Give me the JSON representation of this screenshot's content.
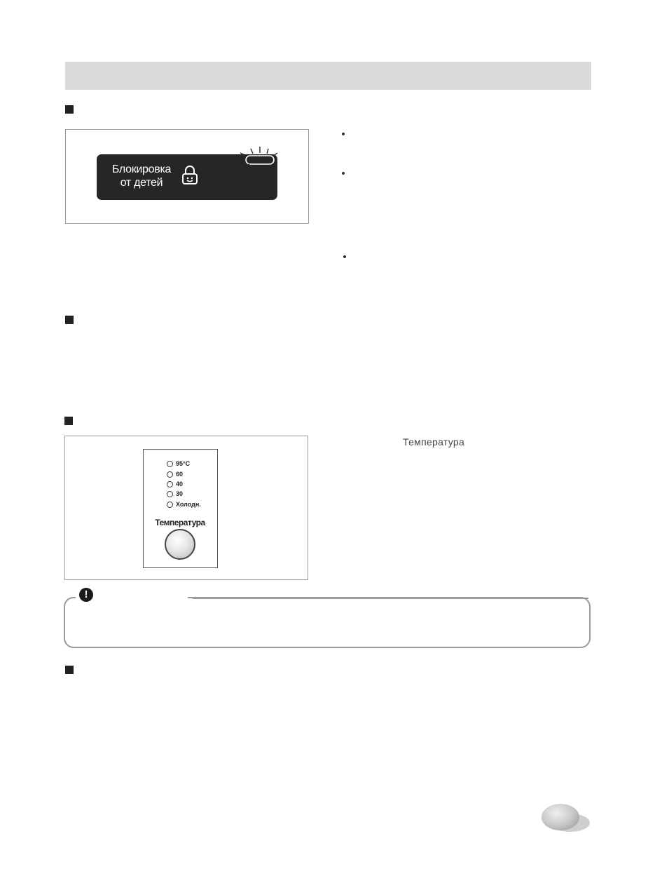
{
  "child_lock_figure": {
    "label": "Блокировка\nот детей"
  },
  "temperature_figure": {
    "options": [
      "95°C",
      "60",
      "40",
      "30",
      "Холодн."
    ],
    "button_label": "Температура"
  },
  "temperature_text": {
    "button_name": "Температура"
  },
  "note": {
    "icon": "exclamation-icon"
  }
}
